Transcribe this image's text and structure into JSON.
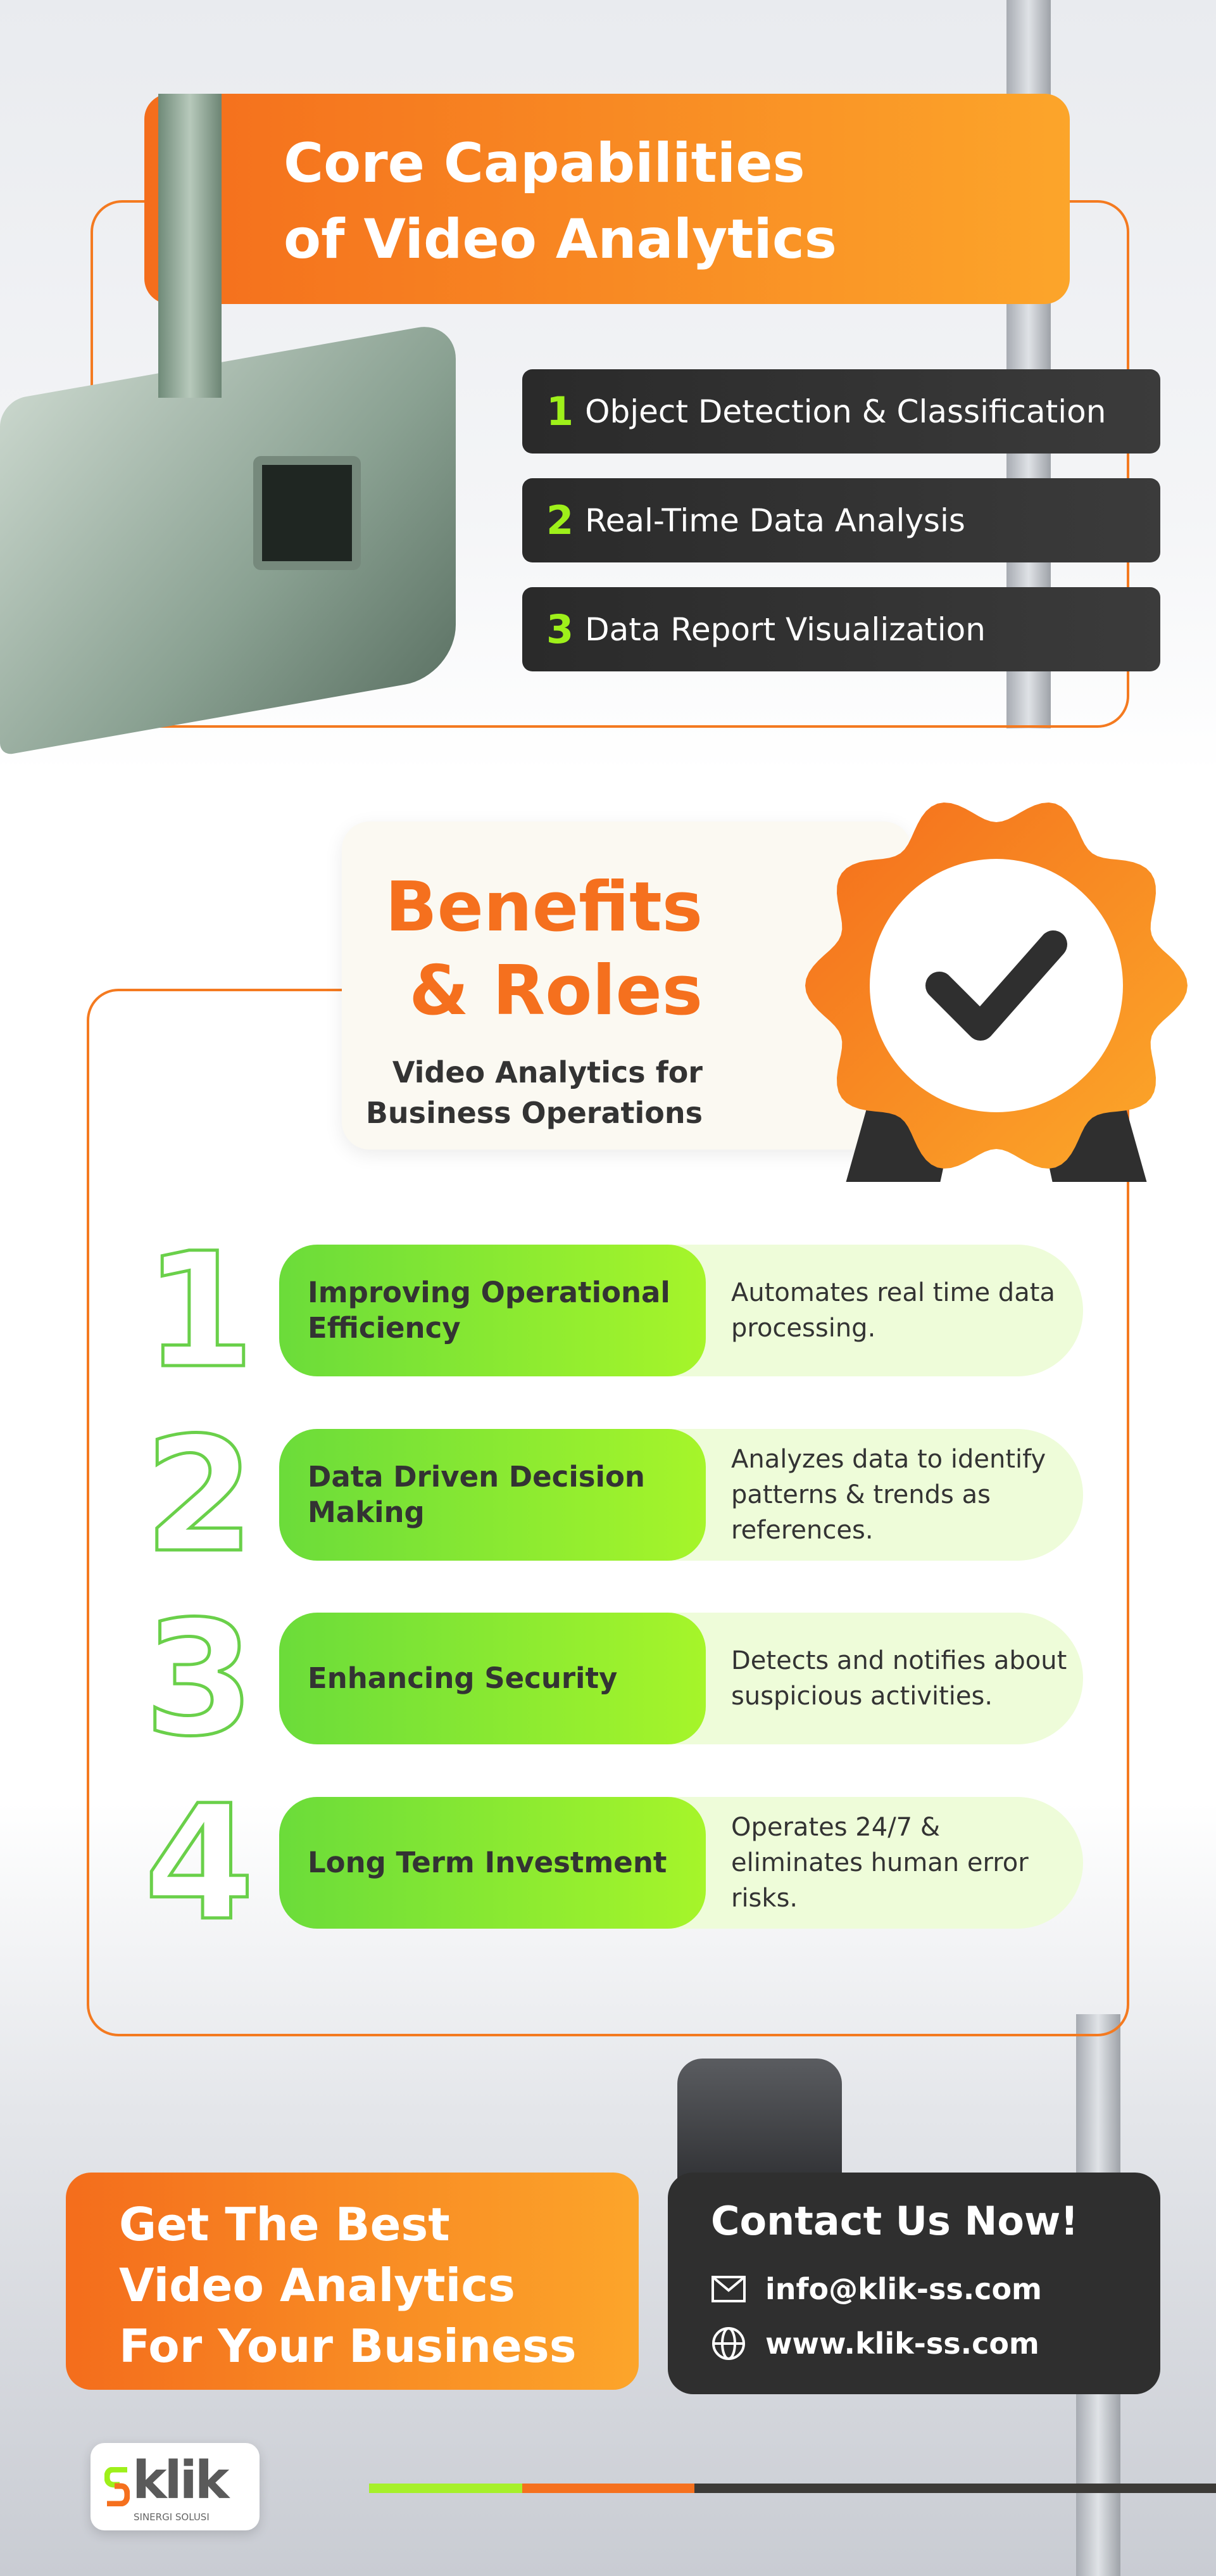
{
  "header": {
    "title_line1": "Core Capabilities",
    "title_line2": "of Video Analytics"
  },
  "capabilities": [
    {
      "number": "1",
      "label": "Object Detection & Classification"
    },
    {
      "number": "2",
      "label": "Real-Time Data Analysis"
    },
    {
      "number": "3",
      "label": "Data Report Visualization"
    }
  ],
  "benefits": {
    "title_line1": "Benefits",
    "title_line2": "& Roles",
    "subtitle_line1": "Video Analytics for",
    "subtitle_line2": "Business Operations",
    "badge_icon": "checkmark-badge-icon"
  },
  "rows": [
    {
      "number": "1",
      "title": "Improving Operational Efficiency",
      "desc": "Automates real time data processing."
    },
    {
      "number": "2",
      "title": "Data Driven Decision Making",
      "desc": "Analyzes data to identify patterns & trends as references."
    },
    {
      "number": "3",
      "title": "Enhancing Security",
      "desc": "Detects and notifies about suspicious activities."
    },
    {
      "number": "4",
      "title": "Long Term Investment",
      "desc": "Operates 24/7 & eliminates human error risks."
    }
  ],
  "cta": {
    "line1": "Get The Best",
    "line2": "Video Analytics",
    "line3": "For Your Business"
  },
  "contact": {
    "title": "Contact Us Now!",
    "email": "info@klik-ss.com",
    "website": "www.klik-ss.com"
  },
  "logo": {
    "name": "klik",
    "tagline": "SINERGI SOLUSI"
  },
  "colors": {
    "orange": "#f5701e",
    "green": "#9ef01a",
    "dark": "#2f2f2f"
  }
}
